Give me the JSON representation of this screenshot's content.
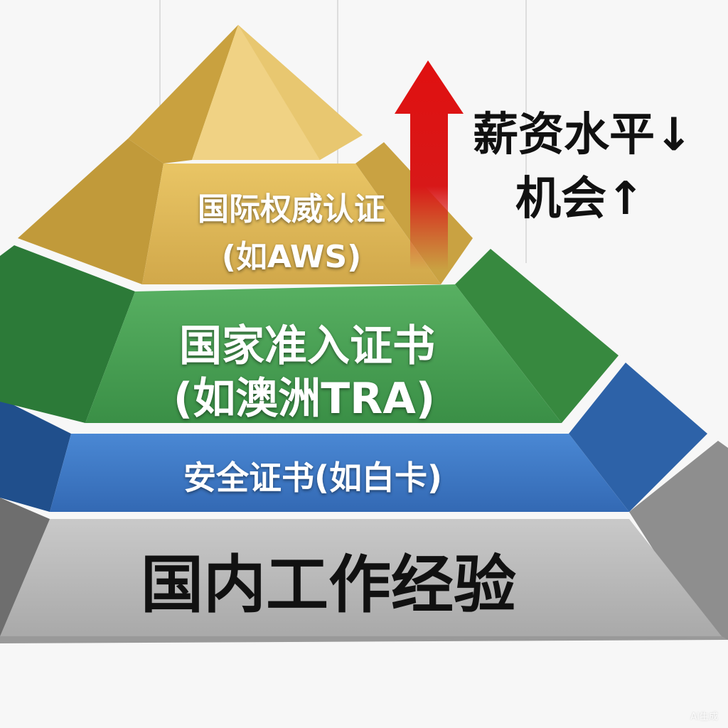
{
  "annotation": {
    "line1": "薪资水平↓",
    "line2": "机会↑"
  },
  "levels": [
    {
      "name": "top",
      "line1": "国际权威认证",
      "line2": "(如AWS)"
    },
    {
      "name": "national",
      "line1": "国家准入证书",
      "line2": "(如澳洲TRA)"
    },
    {
      "name": "safety",
      "line1": "安全证书(如白卡)"
    },
    {
      "name": "base",
      "line1": "国内工作经验"
    }
  ],
  "colors": {
    "gold": "#d9b24f",
    "green": "#3f9a4c",
    "blue": "#3b78c4",
    "gray": "#b8b8b8",
    "arrow": "#e01010"
  },
  "watermark": "AI生成"
}
